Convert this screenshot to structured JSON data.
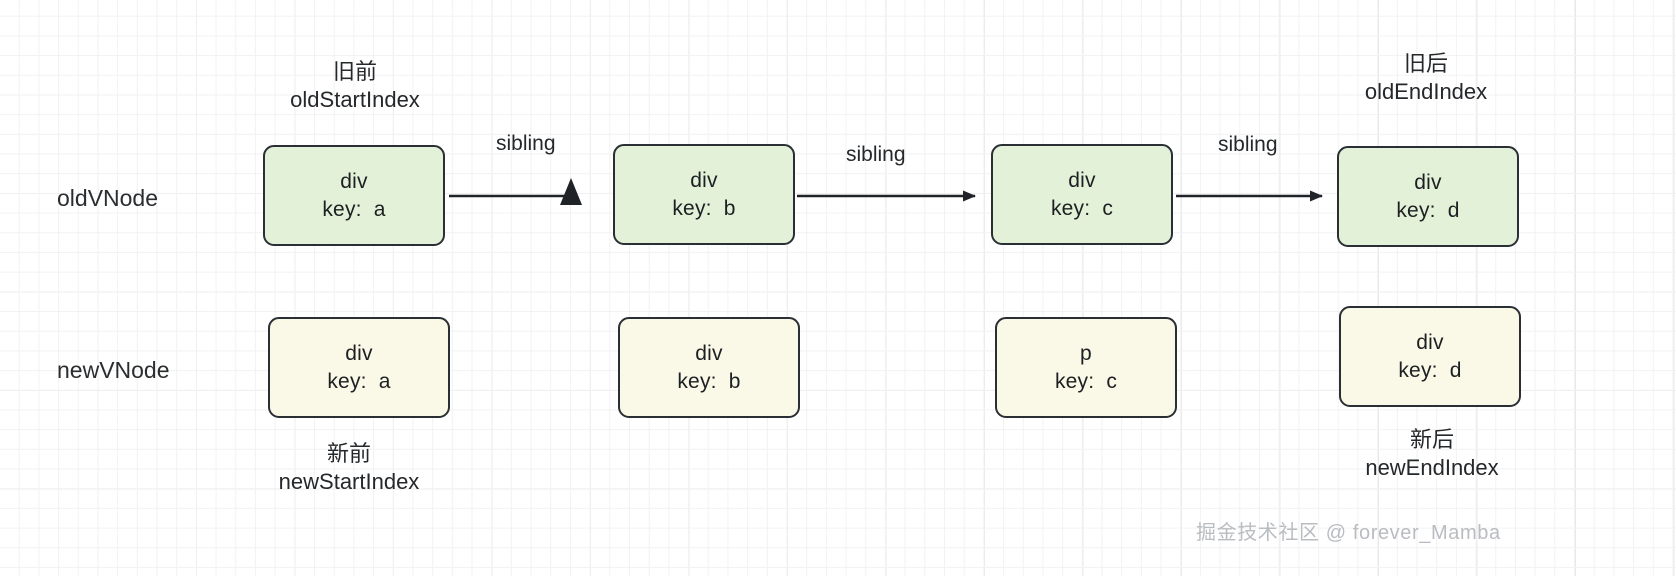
{
  "diagram": {
    "row_labels": {
      "old": "oldVNode",
      "new": "newVNode"
    },
    "pointer_labels": {
      "old_start_cn": "旧前",
      "old_start_en": "oldStartIndex",
      "old_end_cn": "旧后",
      "old_end_en": "oldEndIndex",
      "new_start_cn": "新前",
      "new_start_en": "newStartIndex",
      "new_end_cn": "新后",
      "new_end_en": "newEndIndex"
    },
    "edge_label": "sibling",
    "edges": [
      {
        "label": "sibling"
      },
      {
        "label": "sibling"
      },
      {
        "label": "sibling"
      }
    ],
    "old_nodes": [
      {
        "tag": "div",
        "key": "key:  a"
      },
      {
        "tag": "div",
        "key": "key:  b"
      },
      {
        "tag": "div",
        "key": "key:  c"
      },
      {
        "tag": "div",
        "key": "key:  d"
      }
    ],
    "new_nodes": [
      {
        "tag": "div",
        "key": "key:  a"
      },
      {
        "tag": "div",
        "key": "key:  b"
      },
      {
        "tag": "p",
        "key": "key:  c"
      },
      {
        "tag": "div",
        "key": "key:  d"
      }
    ],
    "colors": {
      "old_node_fill": "#e4f1d9",
      "new_node_fill": "#faf8e6",
      "node_border": "#2a2f35",
      "arrow": "#1f2328",
      "text": "#25282b",
      "grid_minor": "#f2f2f2",
      "grid_major": "#e9e9e9",
      "watermark": "#b9bcc0"
    }
  },
  "watermark": "掘金技术社区 @ forever_Mamba"
}
